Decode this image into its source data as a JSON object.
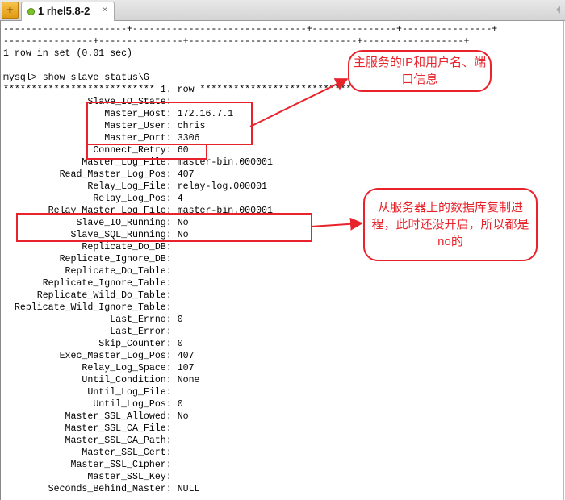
{
  "tabbar": {
    "new_button_icon": "new-session-icon",
    "tab": {
      "label": "1 rhel5.8-2",
      "status_color": "#7bc22b",
      "close_label": "×"
    }
  },
  "terminal": {
    "lines": [
      "----------------------+-------------------------------+---------------+----------------+",
      "----------------+---------------+------------------------------+------------------+",
      "1 row in set (0.01 sec)",
      "",
      "mysql> show slave status\\G",
      "*************************** 1. row ***************************"
    ],
    "fields": [
      {
        "key": "Slave_IO_State",
        "value": ""
      },
      {
        "key": "Master_Host",
        "value": "172.16.7.1"
      },
      {
        "key": "Master_User",
        "value": "chris"
      },
      {
        "key": "Master_Port",
        "value": "3306"
      },
      {
        "key": "Connect_Retry",
        "value": "60"
      },
      {
        "key": "Master_Log_File",
        "value": "master-bin.000001"
      },
      {
        "key": "Read_Master_Log_Pos",
        "value": "407"
      },
      {
        "key": "Relay_Log_File",
        "value": "relay-log.000001"
      },
      {
        "key": "Relay_Log_Pos",
        "value": "4"
      },
      {
        "key": "Relay_Master_Log_File",
        "value": "master-bin.000001"
      },
      {
        "key": "Slave_IO_Running",
        "value": "No"
      },
      {
        "key": "Slave_SQL_Running",
        "value": "No"
      },
      {
        "key": "Replicate_Do_DB",
        "value": ""
      },
      {
        "key": "Replicate_Ignore_DB",
        "value": ""
      },
      {
        "key": "Replicate_Do_Table",
        "value": ""
      },
      {
        "key": "Replicate_Ignore_Table",
        "value": ""
      },
      {
        "key": "Replicate_Wild_Do_Table",
        "value": ""
      },
      {
        "key": "Replicate_Wild_Ignore_Table",
        "value": ""
      },
      {
        "key": "Last_Errno",
        "value": "0"
      },
      {
        "key": "Last_Error",
        "value": ""
      },
      {
        "key": "Skip_Counter",
        "value": "0"
      },
      {
        "key": "Exec_Master_Log_Pos",
        "value": "407"
      },
      {
        "key": "Relay_Log_Space",
        "value": "107"
      },
      {
        "key": "Until_Condition",
        "value": "None"
      },
      {
        "key": "Until_Log_File",
        "value": ""
      },
      {
        "key": "Until_Log_Pos",
        "value": "0"
      },
      {
        "key": "Master_SSL_Allowed",
        "value": "No"
      },
      {
        "key": "Master_SSL_CA_File",
        "value": ""
      },
      {
        "key": "Master_SSL_CA_Path",
        "value": ""
      },
      {
        "key": "Master_SSL_Cert",
        "value": ""
      },
      {
        "key": "Master_SSL_Cipher",
        "value": ""
      },
      {
        "key": "Master_SSL_Key",
        "value": ""
      },
      {
        "key": "Seconds_Behind_Master",
        "value": "NULL"
      }
    ]
  },
  "annotations": {
    "color": "#e8232b",
    "callout_master": "主服务的IP和用户名、端口信息",
    "callout_slave": "从服务器上的数据库复制进程，此时还没开启，所以都是no的"
  }
}
